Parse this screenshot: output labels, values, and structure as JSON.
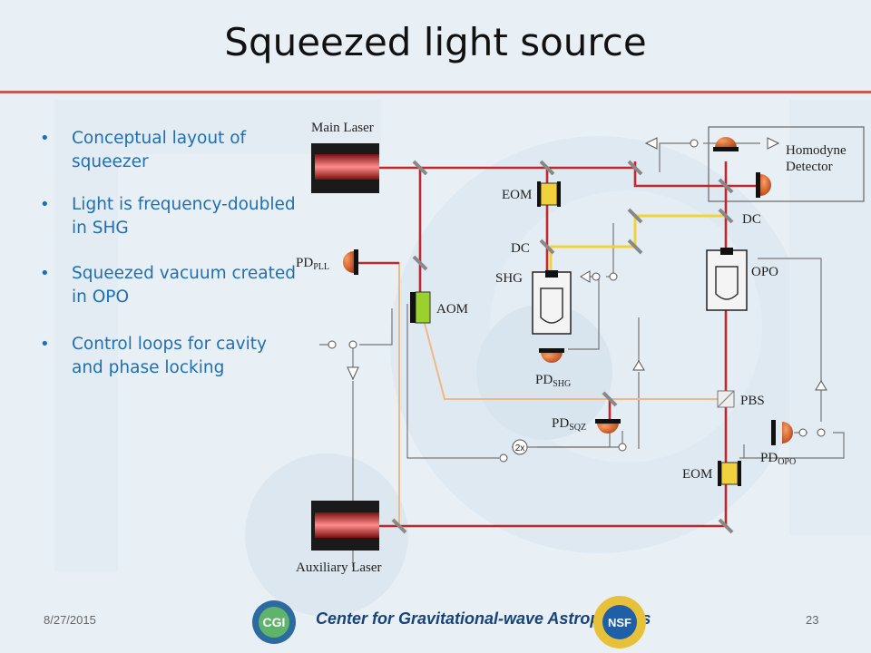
{
  "title": "Squeezed light source",
  "bullets": [
    "Conceptual layout of squeezer",
    "Light is frequency-doubled in SHG",
    "Squeezed vacuum created in OPO",
    "Control loops for cavity and phase locking"
  ],
  "diagram": {
    "main_laser": "Main Laser",
    "auxiliary_laser": "Auxiliary Laser",
    "homodyne_line1": "Homodyne",
    "homodyne_line2": "Detector",
    "eom": "EOM",
    "dc": "DC",
    "shg": "SHG",
    "opo": "OPO",
    "aom": "AOM",
    "pbs": "PBS",
    "pd": "PD",
    "pll_sub": "PLL",
    "shg_sub": "SHG",
    "sqz_sub": "SQZ",
    "opo_sub": "OPO",
    "doubler": "2x"
  },
  "footer": {
    "date": "8/27/2015",
    "page": "23",
    "organization": "Center for Gravitational-wave Astrophysics",
    "logo_left_text": "CGI",
    "logo_right_text": "NSF"
  },
  "colors": {
    "beam_red": "#c0282d",
    "beam_yellow": "#f2d23c",
    "beam_orange": "#f0b982",
    "bullet_blue": "#1f6fb2",
    "rule": "#c65a56"
  }
}
